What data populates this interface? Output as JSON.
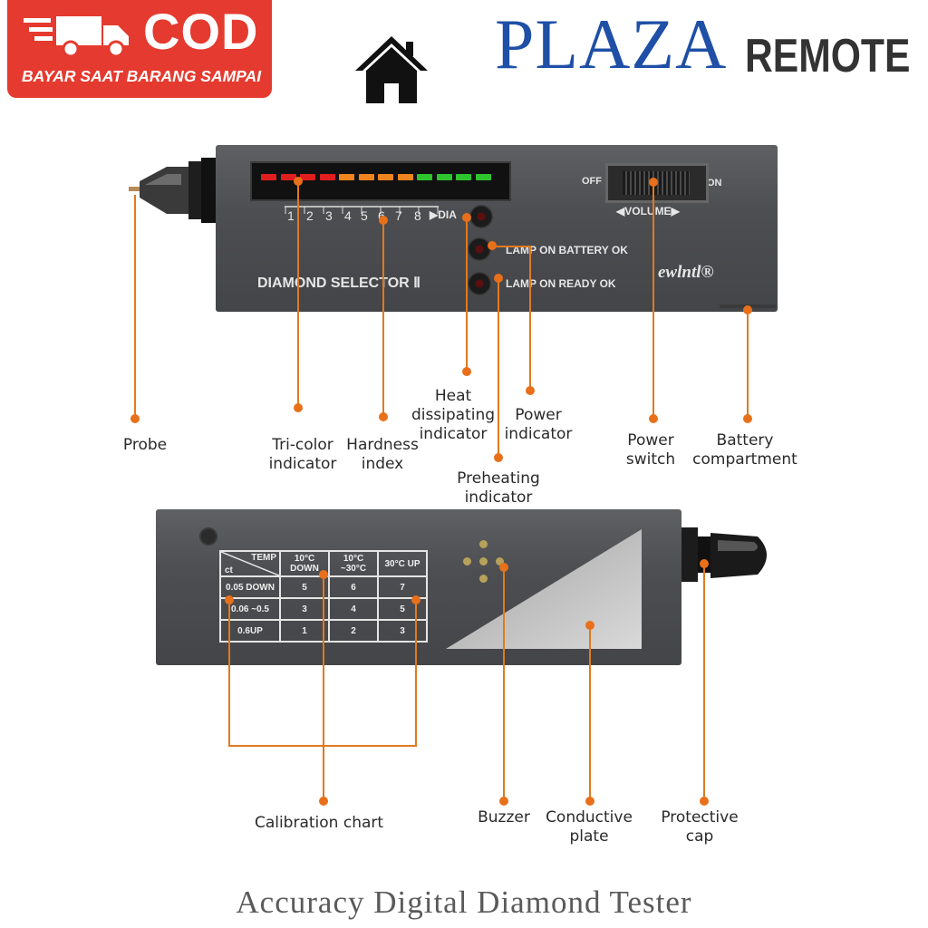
{
  "cod_badge": {
    "title": "COD",
    "subtitle": "BAYAR SAAT BARANG SAMPAI"
  },
  "brand": {
    "plaza": "PLAZA",
    "remote": "REMOTE"
  },
  "top_device": {
    "scale_numbers": [
      "1",
      "2",
      "3",
      "4",
      "5",
      "6",
      "7",
      "8"
    ],
    "dia_label": "▶DIA",
    "off_label": "OFF",
    "on_label": "ON",
    "volume_label": "◀VOLUME▶",
    "lamp_battery": "LAMP ON BATTERY OK",
    "lamp_ready": "LAMP ON READY OK",
    "product_name": "DIAMOND SELECTOR Ⅱ",
    "maker_logo": "ewlntl®",
    "led_colors": [
      "#e01e1e",
      "#e01e1e",
      "#e01e1e",
      "#e01e1e",
      "#f0841e",
      "#f0841e",
      "#f0841e",
      "#f0841e",
      "#2ec42e",
      "#2ec42e",
      "#2ec42e",
      "#2ec42e"
    ]
  },
  "callouts_top": {
    "probe": "Probe",
    "tricolor": [
      "Tri-color",
      "indicator"
    ],
    "hardness": [
      "Hardness",
      "index"
    ],
    "heat": [
      "Heat",
      "dissipating",
      "indicator"
    ],
    "power_ind": [
      "Power",
      "indicator"
    ],
    "preheating": [
      "Preheating",
      "indicator"
    ],
    "power_switch": [
      "Power",
      "switch"
    ],
    "battery": [
      "Battery",
      "compartment"
    ]
  },
  "calibration_table": {
    "corner_top": "TEMP",
    "corner_bottom": "ct",
    "headers": [
      "10°C DOWN",
      "10°C ~30°C",
      "30°C UP"
    ],
    "rows": [
      {
        "label": "0.05 DOWN",
        "values": [
          "5",
          "6",
          "7"
        ]
      },
      {
        "label": "0.06 ~0.5",
        "values": [
          "3",
          "4",
          "5"
        ]
      },
      {
        "label": "0.6UP",
        "values": [
          "1",
          "2",
          "3"
        ]
      }
    ]
  },
  "callouts_bottom": {
    "calibration": "Calibration chart",
    "buzzer": "Buzzer",
    "conductive": [
      "Conductive",
      "plate"
    ],
    "protective": [
      "Protective",
      "cap"
    ]
  },
  "footer": {
    "title": "Accuracy Digital Diamond Tester"
  },
  "colors": {
    "accent": "#e07a1f",
    "cod_red": "#e53a2f",
    "brand_blue": "#1f4fa6",
    "device_gray": "#4d4e51"
  }
}
